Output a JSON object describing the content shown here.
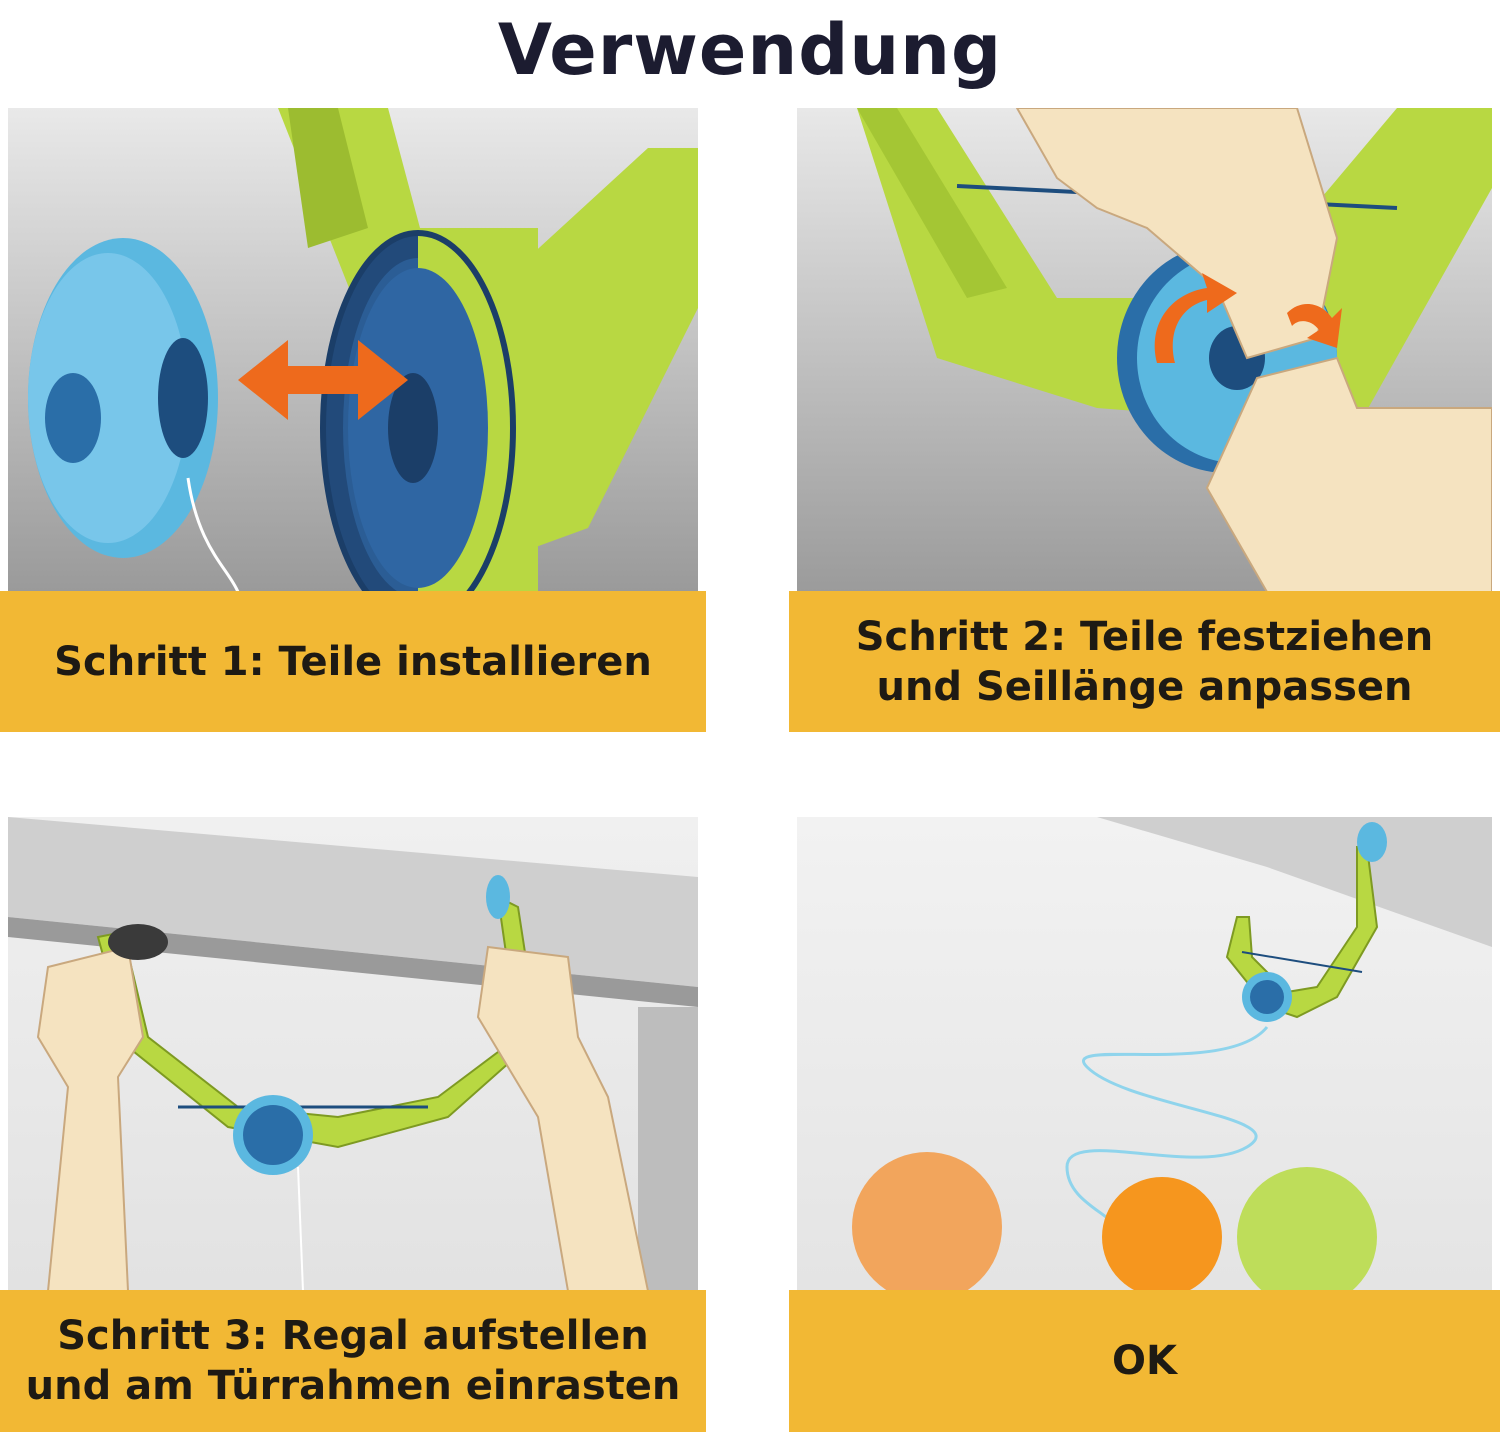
{
  "title": "Verwendung",
  "steps": [
    {
      "line1": "Schritt 1: Teile installieren",
      "line2": ""
    },
    {
      "line1": "Schritt 2: Teile festziehen",
      "line2": "und Seillänge anpassen"
    },
    {
      "line1": "Schritt 3: Regal aufstellen",
      "line2": "und am Türrahmen einrasten"
    },
    {
      "line1": "OK",
      "line2": ""
    }
  ],
  "colors": {
    "caption_background": "#f2b834",
    "frame_green": "#b8d842",
    "reel_blue": "#5bb8e0",
    "arrow_orange": "#ee6a1c"
  }
}
